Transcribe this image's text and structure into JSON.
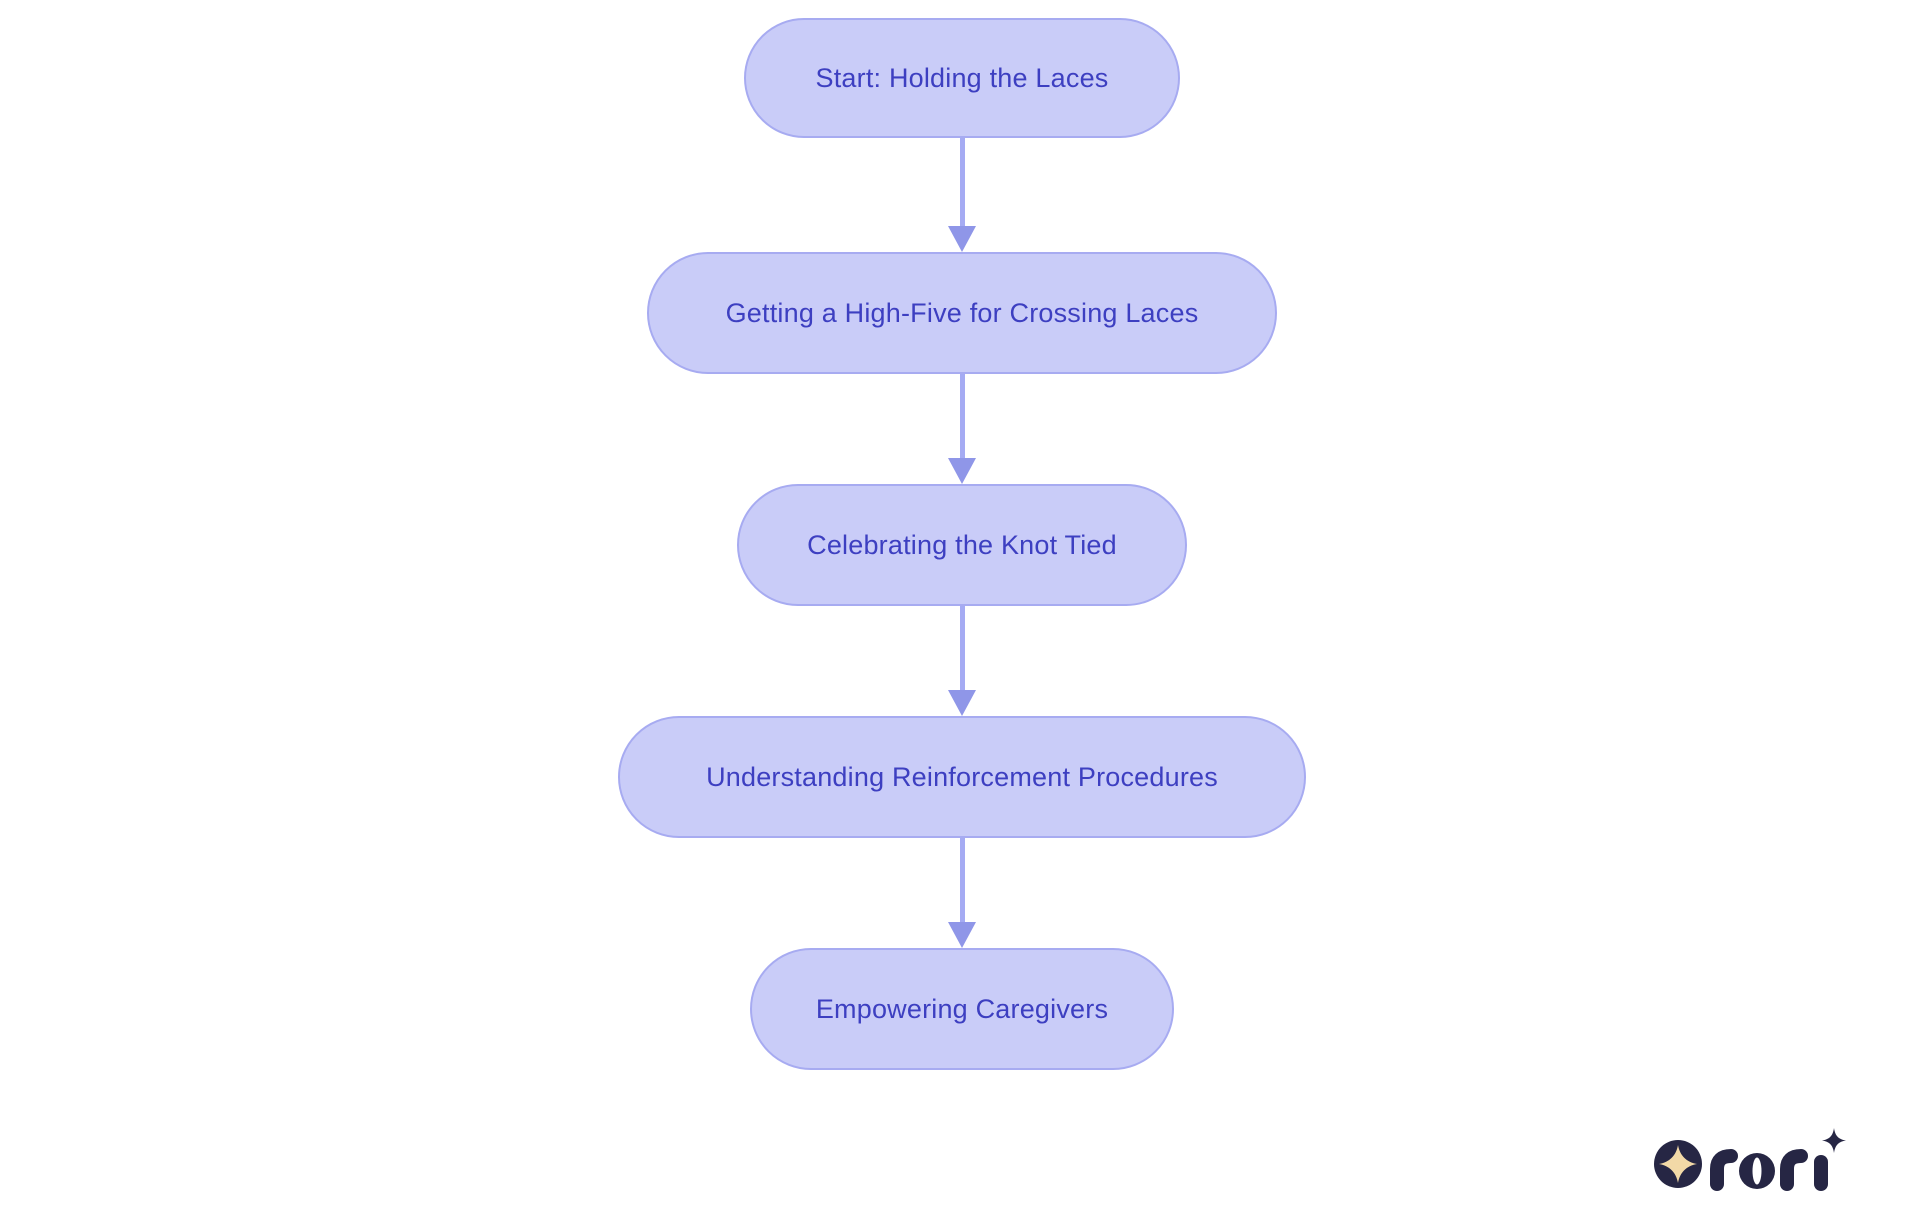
{
  "diagram": {
    "type": "flowchart",
    "direction": "top-down",
    "nodes": [
      {
        "id": "start",
        "label": "Start: Holding the Laces"
      },
      {
        "id": "high-five",
        "label": "Getting a High-Five for Crossing Laces"
      },
      {
        "id": "knot-tied",
        "label": "Celebrating the Knot Tied"
      },
      {
        "id": "reinforcement",
        "label": "Understanding Reinforcement Procedures"
      },
      {
        "id": "caregivers",
        "label": "Empowering Caregivers"
      }
    ],
    "edges": [
      {
        "from": "start",
        "to": "high-five"
      },
      {
        "from": "high-five",
        "to": "knot-tied"
      },
      {
        "from": "knot-tied",
        "to": "reinforcement"
      },
      {
        "from": "reinforcement",
        "to": "caregivers"
      }
    ],
    "colors": {
      "node_fill": "#c9ccf8",
      "node_border": "#a7abf1",
      "node_text": "#3d3fc1",
      "arrow_line": "#a5abf3",
      "arrow_head": "#8f96e8",
      "background": "#ffffff"
    }
  },
  "branding": {
    "logo_text": "rori",
    "logo_color": "#262644",
    "logo_star_color": "#f2d9a7"
  }
}
